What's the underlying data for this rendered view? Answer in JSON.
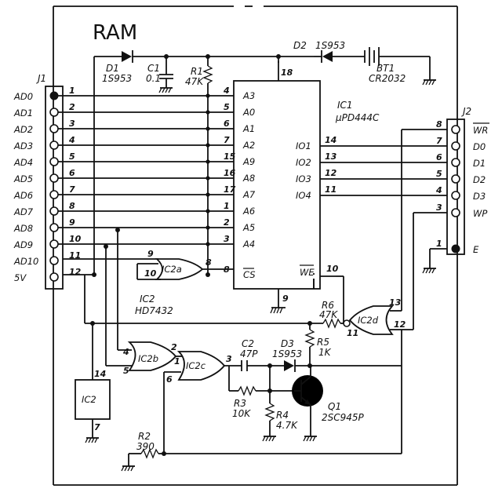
{
  "title": "RAM",
  "j1": {
    "ref": "J1",
    "signals": [
      "AD0",
      "AD1",
      "AD2",
      "AD3",
      "AD4",
      "AD5",
      "AD6",
      "AD7",
      "AD8",
      "AD9",
      "AD10",
      "5V"
    ],
    "pins": [
      "1",
      "2",
      "3",
      "4",
      "5",
      "6",
      "7",
      "8",
      "9",
      "10",
      "11",
      "12"
    ]
  },
  "j2": {
    "ref": "J2",
    "pins": [
      "8",
      "7",
      "6",
      "5",
      "4",
      "3",
      "1"
    ],
    "signals": [
      "WR",
      "D0",
      "D1",
      "D2",
      "D3",
      "WP",
      "E"
    ]
  },
  "ic1": {
    "ref": "IC1",
    "part": "μPD444C",
    "left_pins": [
      "4",
      "5",
      "6",
      "7",
      "15",
      "16",
      "17",
      "1",
      "2",
      "3",
      "8"
    ],
    "left_names": [
      "A3",
      "A0",
      "A1",
      "A2",
      "A9",
      "A8",
      "A7",
      "A6",
      "A5",
      "A4",
      "CS"
    ],
    "right_pins": [
      "14",
      "13",
      "12",
      "11"
    ],
    "right_names": [
      "IO1",
      "IO2",
      "IO3",
      "IO4"
    ],
    "top_pin": "18",
    "bottom_pin": "9",
    "we_name": "WE",
    "we_pin": "10"
  },
  "ic2": {
    "ref": "IC2",
    "part": "HD7432",
    "gates": {
      "a": {
        "name": "IC2a",
        "pins": [
          "9",
          "10",
          "8"
        ]
      },
      "b": {
        "name": "IC2b",
        "pins": [
          "4",
          "5",
          "2"
        ]
      },
      "c": {
        "name": "IC2c",
        "pins": [
          "1",
          "6",
          "3"
        ]
      },
      "d": {
        "name": "IC2d",
        "pins": [
          "13",
          "12",
          "11"
        ]
      }
    },
    "power_block": {
      "name": "IC2",
      "vcc_pin": "14",
      "gnd_pin": "7"
    }
  },
  "components": {
    "d1": {
      "ref": "D1",
      "value": "1S953"
    },
    "d2": {
      "ref": "D2",
      "value": "1S953"
    },
    "d3": {
      "ref": "D3",
      "value": "1S953"
    },
    "c1": {
      "ref": "C1",
      "value": "0.1"
    },
    "c2": {
      "ref": "C2",
      "value": "47P"
    },
    "r1": {
      "ref": "R1",
      "value": "47K"
    },
    "r2": {
      "ref": "R2",
      "value": "390"
    },
    "r3": {
      "ref": "R3",
      "value": "10K"
    },
    "r4": {
      "ref": "R4",
      "value": "4.7K"
    },
    "r5": {
      "ref": "R5",
      "value": "1K"
    },
    "r6": {
      "ref": "R6",
      "value": "47K"
    },
    "bt1": {
      "ref": "BT1",
      "value": "CR2032"
    },
    "q1": {
      "ref": "Q1",
      "value": "2SC945P"
    }
  }
}
